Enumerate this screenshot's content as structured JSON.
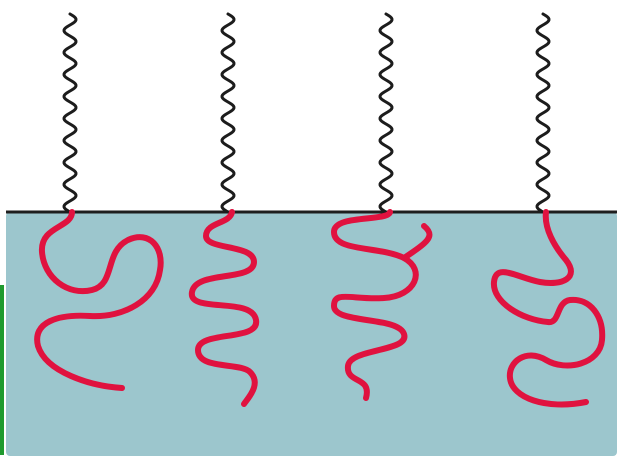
{
  "colors": {
    "background": "#ffffff",
    "liquid_fill": "#9cc6cd",
    "interface_line": "#1e1e1e",
    "tail_wavy": "#1c1c1c",
    "coil_red": "#e0123f",
    "edge_green": "#1f9a2e"
  },
  "molecules": [
    {
      "id": "molecule-1",
      "tail": "wavy",
      "segment": "coil"
    },
    {
      "id": "molecule-2",
      "tail": "wavy",
      "segment": "coil"
    },
    {
      "id": "molecule-3",
      "tail": "wavy",
      "segment": "coil"
    },
    {
      "id": "molecule-4",
      "tail": "wavy",
      "segment": "coil"
    }
  ]
}
